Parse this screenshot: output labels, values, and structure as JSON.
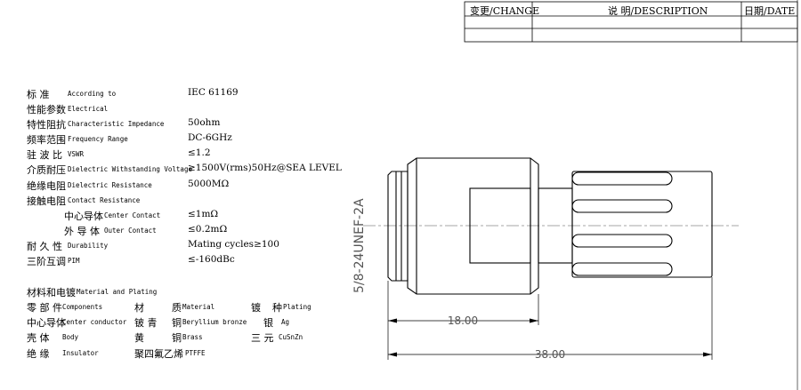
{
  "revision_table": {
    "col_change": "变更/CHANGE",
    "col_description": "说 明/DESCRIPTION",
    "col_date": "日期/DATE"
  },
  "specs": [
    {
      "cn": "标    准",
      "en": "According to",
      "value": "IEC 61169"
    },
    {
      "cn": "性能参数",
      "en": "Electrical",
      "value": ""
    },
    {
      "cn": "特性阻抗",
      "en": "Characteristic Impedance",
      "value": "50ohm"
    },
    {
      "cn": "频率范围",
      "en": "Frequency Range",
      "value": "DC-6GHz"
    },
    {
      "cn": "驻 波 比",
      "en": "VSWR",
      "value": "≤1.2"
    },
    {
      "cn": "介质耐压",
      "en": "Dielectric Withstanding Voltage",
      "value": "≥1500V(rms)50Hz@SEA LEVEL"
    },
    {
      "cn": "绝缘电阻",
      "en": "Dielectric Resistance",
      "value": "5000MΩ"
    },
    {
      "cn": "接触电阻",
      "en": "Contact Resistance",
      "value": ""
    },
    {
      "cn": "中心导体",
      "en": "Center Contact",
      "value": "≤1mΩ"
    },
    {
      "cn": "外 导 体",
      "en": "Outer Contact",
      "value": "≤0.2mΩ"
    },
    {
      "cn": "耐 久 性",
      "en": "Durability",
      "value": "Mating cycles≥100"
    },
    {
      "cn": "三阶互调",
      "en": "PIM",
      "value": "≤-160dBc"
    }
  ],
  "materials": {
    "title_cn": "材料和电镀",
    "title_en": "Material and Plating",
    "header": {
      "comp_cn": "零 部 件",
      "comp_en": "Components",
      "mat_cn_a": "材",
      "mat_cn_b": "质",
      "mat_en": "Material",
      "plat_cn_a": "镀",
      "plat_cn_b": "种",
      "plat_en": "Plating"
    },
    "rows": [
      {
        "comp_cn": "中心导体",
        "comp_en": "Center conductor",
        "mat_cn_a": "铍 青",
        "mat_cn_b": "铜",
        "mat_en": "Beryllium bronze",
        "plat_cn": "银",
        "plat_en": "Ag"
      },
      {
        "comp_cn": "壳     体",
        "comp_en": "Body",
        "mat_cn_a": "黄",
        "mat_cn_b": "铜",
        "mat_en": "Brass",
        "plat_cn": "三    元",
        "plat_en": "CuSnZn"
      },
      {
        "comp_cn": "绝     缘",
        "comp_en": "Insulator",
        "mat_cn_a": "聚四氟乙烯",
        "mat_cn_b": "",
        "mat_en": "PTFFE",
        "plat_cn": "",
        "plat_en": ""
      }
    ]
  },
  "drawing": {
    "thread_label": "5/8-24UNEF-2A",
    "dim_short": "18.00",
    "dim_long": "38.00"
  }
}
